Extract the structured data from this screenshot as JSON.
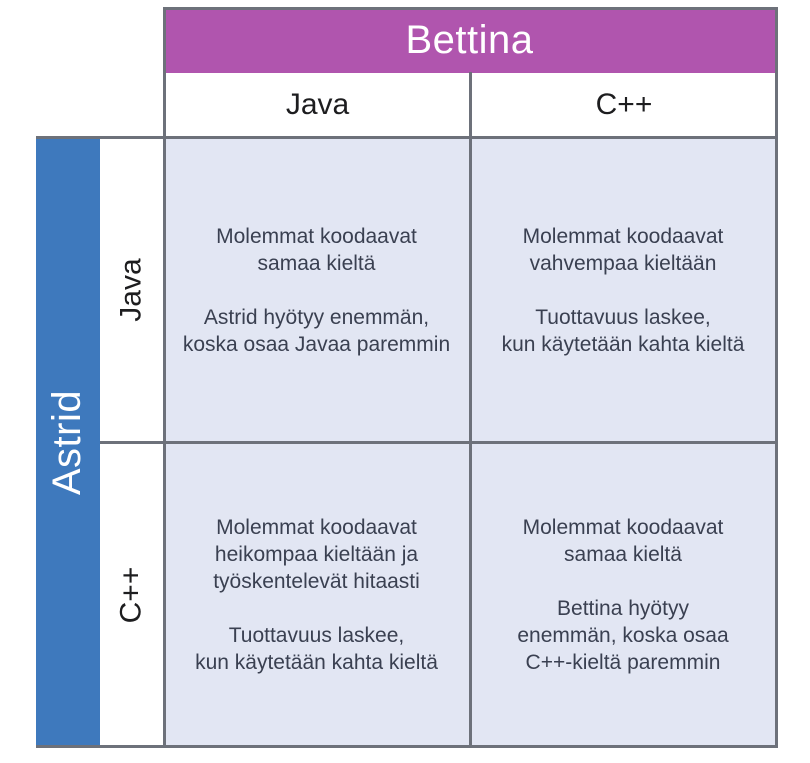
{
  "colors": {
    "header-purple": "#b055ae",
    "side-blue": "#3e79bd",
    "cell-bg": "#e2e6f3",
    "grid-line": "#6d717a",
    "cell-text": "#3a4051",
    "label-text": "#1d1d1f",
    "banner-text": "#ffffff"
  },
  "matrix": {
    "column_player": "Bettina",
    "row_player": "Astrid",
    "column_options": [
      "Java",
      "C++"
    ],
    "row_options": [
      "Java",
      "C++"
    ],
    "cells": {
      "java_java": {
        "para1": [
          "Molemmat koodaavat",
          "samaa kieltä"
        ],
        "para2": [
          "Astrid hyötyy enemmän,",
          "koska osaa Javaa paremmin"
        ]
      },
      "java_cpp": {
        "para1": [
          "Molemmat koodaavat",
          "vahvempaa kieltään"
        ],
        "para2": [
          "Tuottavuus laskee,",
          "kun käytetään kahta kieltä"
        ]
      },
      "cpp_java": {
        "para1": [
          "Molemmat koodaavat",
          "heikompaa kieltään ja",
          "työskentelevät hitaasti"
        ],
        "para2": [
          "Tuottavuus laskee,",
          "kun käytetään kahta kieltä"
        ]
      },
      "cpp_cpp": {
        "para1": [
          "Molemmat koodaavat",
          "samaa kieltä"
        ],
        "para2": [
          "Bettina hyötyy",
          "enemmän, koska osaa",
          "C++-kieltä paremmin"
        ]
      }
    }
  }
}
